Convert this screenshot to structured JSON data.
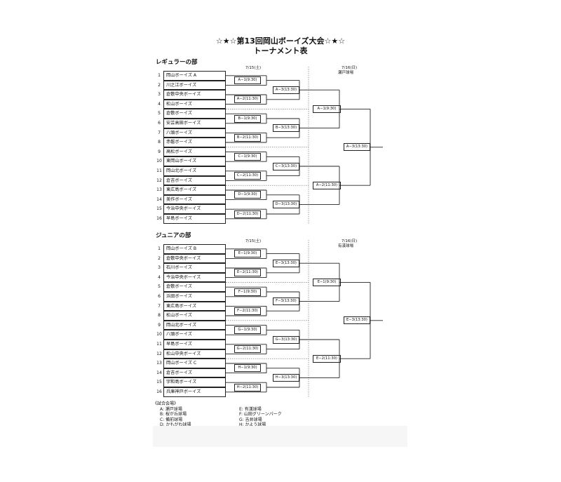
{
  "title": "☆★☆第13回岡山ボーイズ大会☆★☆",
  "subtitle": "トーナメント表",
  "sections": [
    {
      "heading": "レギュラーの部",
      "date1": "7/15(土)",
      "date2": "7/16(日)",
      "venue2": "瀬戸球場",
      "teams": [
        "岡山ボーイズ A",
        "川之江ボーイズ",
        "倉敷中央ボーイズ",
        "松山ボーイズ",
        "倉敷ボーイズ",
        "安芸高田ボーイズ",
        "八頭ボーイズ",
        "赤磐ボーイズ",
        "高松ボーイズ",
        "東岡山ボーイズ",
        "岡山北ボーイズ",
        "倉吉ボーイズ",
        "東広島ボーイズ",
        "美作ボーイズ",
        "今治中央ボーイズ",
        "早島ボーイズ"
      ],
      "r1": [
        "A−1(9:30)",
        "A−2(11:30)",
        "B−1(9:30)",
        "B−2(11:30)",
        "C−1(9:30)",
        "C−2(11:30)",
        "D−1(9:30)",
        "D−2(11:30)"
      ],
      "r2": [
        "A−3(13:30)",
        "B−3(13:30)",
        "C−3(13:30)",
        "D−3(13:30)"
      ],
      "r3": [
        "A−1(9:30)",
        "A−2(11:30)"
      ],
      "final": "A−3(13:30)"
    },
    {
      "heading": "ジュニアの部",
      "date1": "7/15(土)",
      "date2": "7/16(日)",
      "venue2": "有漢球場",
      "teams": [
        "岡山ボーイズ B",
        "倉敷中央ボーイズ",
        "石川ボーイズ",
        "今治中央ボーイズ",
        "倉敷ボーイズ",
        "浜田ボーイズ",
        "東広島ボーイズ",
        "松山ボーイズ",
        "岡山北ボーイズ",
        "八頭ボーイズ",
        "早島ボーイズ",
        "松山中央ボーイズ",
        "岡山ボーイズ C",
        "倉吉ボーイズ",
        "宇和島ボーイズ",
        "兵庫神戸ボーイズ"
      ],
      "r1": [
        "E−1(9:30)",
        "E−2(11:30)",
        "F−1(9:30)",
        "F−2(11:30)",
        "G−1(9:30)",
        "G−2(11:30)",
        "H−1(9:30)",
        "H−2(11:30)"
      ],
      "r2": [
        "E−3(13:30)",
        "F−3(13:30)",
        "G−3(13:30)",
        "H−3(13:30)"
      ],
      "r3": [
        "E−1(9:30)",
        "E−2(11:30)"
      ],
      "final": "E−3(13:30)"
    }
  ],
  "legend": {
    "heading": "《試合会場》",
    "left": [
      "A: 瀬戸球場",
      "B: 桜が丘球場",
      "C: 備前球場",
      "D: かもがわ球場"
    ],
    "right": [
      "E: 有漢球場",
      "F: 山田グリーンパーク",
      "G: 吉井球場",
      "H: かよう球場"
    ]
  }
}
